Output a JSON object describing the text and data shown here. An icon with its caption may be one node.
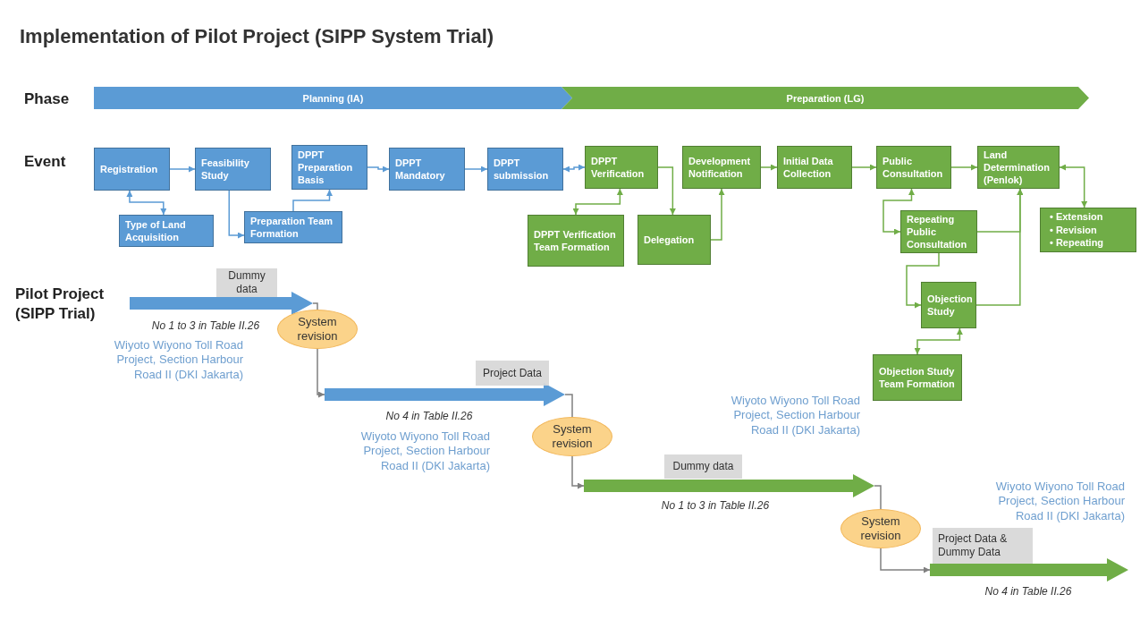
{
  "diagram": {
    "title": "Implementation of Pilot Project (SIPP System Trial)",
    "nodes": [
      {
        "text": [
          "Planning (IA)"
        ]
      },
      {
        "text": [
          "Preparation (LG)"
        ]
      },
      {
        "text": [
          "Registration"
        ]
      },
      {
        "text": [
          "Feasibility Study"
        ]
      },
      {
        "text": [
          "DPPT Preparation Basis"
        ]
      },
      {
        "text": [
          "DPPT Mandatory"
        ]
      },
      {
        "text": [
          "DPPT submission"
        ]
      },
      {
        "text": [
          "DPPT Verification"
        ]
      },
      {
        "text": [
          "Development Notification"
        ]
      },
      {
        "text": [
          "Initial Data Collection"
        ]
      },
      {
        "text": [
          "Public Consultation"
        ]
      },
      {
        "text": [
          "Land Determination (Penlok)"
        ]
      },
      {
        "text": [
          "Type of Land Acquisition"
        ]
      },
      {
        "text": [
          "Preparation Team Formation"
        ]
      },
      {
        "text": [
          "DPPT Verification Team Formation"
        ]
      },
      {
        "text": [
          "Delegation"
        ]
      },
      {
        "text": [
          "Repeating Public Consultation"
        ]
      },
      {
        "text": [
          "• Extension",
          "• Revision",
          "• Repeating"
        ]
      },
      {
        "text": [
          "Objection Study"
        ]
      },
      {
        "text": [
          "Objection Study Team Formation"
        ]
      },
      {
        "text": [
          "Dummy data"
        ]
      },
      {
        "text": [],
        "shape": "arrow",
        "beside": [
          "No 1 to 3 in Table II.26"
        ]
      },
      {
        "text": [
          "System revision"
        ]
      },
      {
        "text": [
          "Project Data"
        ]
      },
      {
        "text": [],
        "shape": "arrow",
        "beside": [
          "No 4 in Table II.26"
        ]
      },
      {
        "text": [
          "System revision"
        ]
      },
      {
        "text": [
          "Dummy data"
        ]
      },
      {
        "text": [],
        "shape": "arrow",
        "beside": [
          "No 1 to 3 in Table II.26"
        ]
      },
      {
        "text": [
          "System revision"
        ]
      },
      {
        "text": [
          "Project Data & Dummy Data"
        ]
      },
      {
        "text": [],
        "shape": "arrow",
        "beside": [
          "No 4 in Table II.26"
        ]
      }
    ],
    "edges": [
      {
        "from": 2,
        "to": 12,
        "arrow": "both",
        "color": "#5b9bd5"
      },
      {
        "from": 2,
        "to": 3,
        "arrow": "to",
        "color": "#5b9bd5"
      },
      {
        "from": 3,
        "to": 13,
        "arrow": "to",
        "color": "#5b9bd5"
      },
      {
        "from": 13,
        "to": 4,
        "arrow": "to",
        "color": "#5b9bd5"
      },
      {
        "from": 4,
        "to": 5,
        "arrow": "to",
        "color": "#5b9bd5"
      },
      {
        "from": 5,
        "to": 6,
        "arrow": "to",
        "color": "#5b9bd5"
      },
      {
        "from": 6,
        "to": 7,
        "arrow": "both",
        "color": "#5b9bd5"
      },
      {
        "from": 7,
        "to": 14,
        "arrow": "both"
      },
      {
        "from": 7,
        "to": 15,
        "arrow": "to"
      },
      {
        "from": 15,
        "to": 8,
        "arrow": "to"
      },
      {
        "from": 8,
        "to": 9,
        "arrow": "to"
      },
      {
        "from": 9,
        "to": 10,
        "arrow": "to"
      },
      {
        "from": 10,
        "to": 11,
        "arrow": "to"
      },
      {
        "from": 10,
        "to": 16,
        "arrow": "both"
      },
      {
        "from": 16,
        "to": 11,
        "arrow": "to"
      },
      {
        "from": 16,
        "to": 18,
        "arrow": "to"
      },
      {
        "from": 18,
        "to": 11,
        "arrow": "to"
      },
      {
        "from": 18,
        "to": 19,
        "arrow": "both"
      },
      {
        "from": 11,
        "to": 17,
        "arrow": "both"
      },
      {
        "from": 21,
        "to": 22,
        "arrow": "none",
        "color": "#808080"
      },
      {
        "from": 22,
        "to": 24,
        "arrow": "to",
        "color": "#808080"
      },
      {
        "from": 24,
        "to": 25,
        "arrow": "none",
        "color": "#808080"
      },
      {
        "from": 25,
        "to": 27,
        "arrow": "to",
        "color": "#808080"
      },
      {
        "from": 27,
        "to": 28,
        "arrow": "none",
        "color": "#808080"
      },
      {
        "from": 28,
        "to": 30,
        "arrow": "to",
        "color": "#808080"
      }
    ],
    "labels": [
      "Phase",
      "Event",
      "Pilot Project (SIPP Trial)",
      "Wiyoto Wiyono Toll Road Project, Section Harbour Road II (DKI Jakarta)",
      "Wiyoto Wiyono Toll Road Project, Section Harbour Road II (DKI Jakarta)",
      "Wiyoto Wiyono Toll Road Project, Section Harbour Road II (DKI Jakarta)",
      "Wiyoto Wiyono Toll Road Project, Section Harbour Road II (DKI Jakarta)"
    ]
  }
}
